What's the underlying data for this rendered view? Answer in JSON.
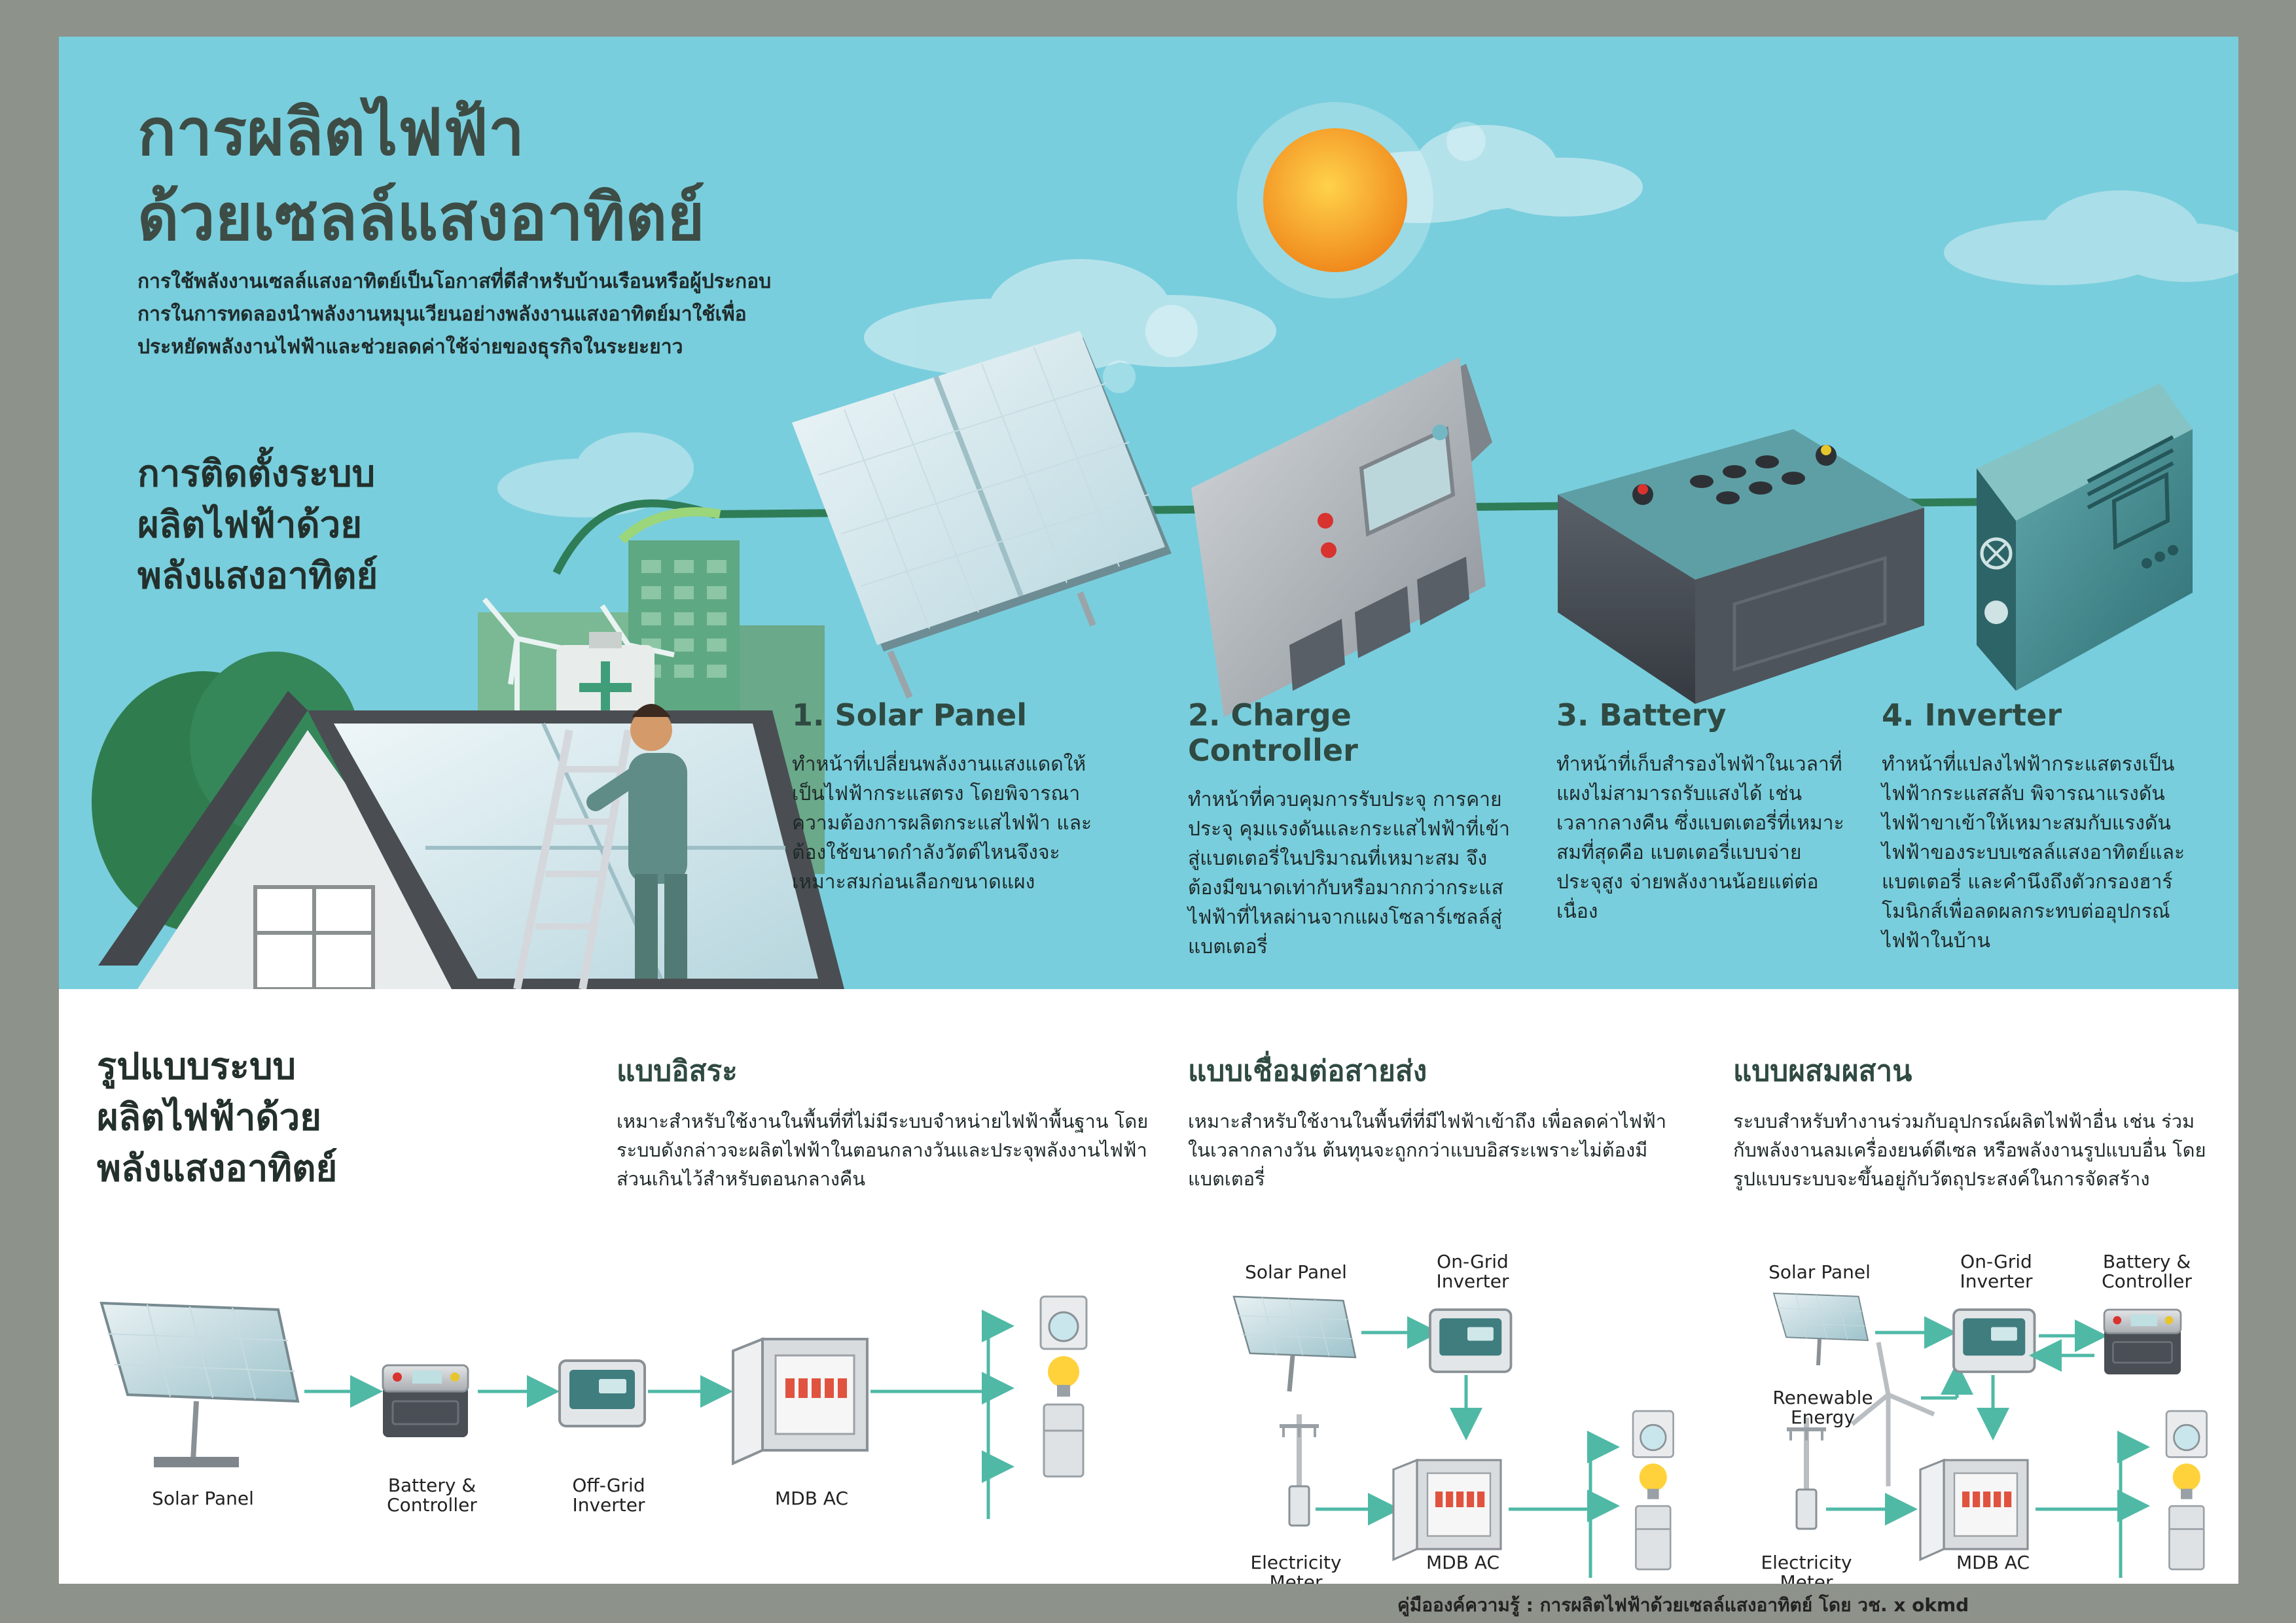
{
  "header": {
    "title_line1": "การผลิตไฟฟ้า",
    "title_line2": "ด้วยเซลล์แสงอาทิตย์",
    "intro": "การใช้พลังงานเซลล์แสงอาทิตย์เป็นโอกาสที่ดีสำหรับบ้านเรือนหรือผู้ประกอบการในการทดลองนำพลังงานหมุนเวียนอย่างพลังงานแสงอาทิตย์มาใช้เพื่อประหยัดพลังงานไฟฟ้าและช่วยลดค่าใช้จ่ายของธุรกิจในระยะยาว"
  },
  "install": {
    "line1": "การติดตั้งระบบ",
    "line2": "ผลิตไฟฟ้าด้วย",
    "line3": "พลังแสงอาทิตย์"
  },
  "components": [
    {
      "title": "1. Solar Panel",
      "text": "ทำหน้าที่เปลี่ยนพลังงานแสงแดดให้เป็นไฟฟ้ากระแสตรง โดยพิจารณาความต้องการผลิตกระแสไฟฟ้า และต้องใช้ขนาดกำลังวัตต์ไหนจึงจะเหมาะสมก่อนเลือกขนาดแผง"
    },
    {
      "title": "2. Charge Controller",
      "text": "ทำหน้าที่ควบคุมการรับประจุ การคายประจุ คุมแรงดันและกระแสไฟฟ้าที่เข้าสู่แบตเตอรี่ในปริมาณที่เหมาะสม จึงต้องมีขนาดเท่ากับหรือมากกว่ากระแสไฟฟ้าที่ไหลผ่านจากแผงโซลาร์เซลล์สู่แบตเตอรี่"
    },
    {
      "title": "3. Battery",
      "text": "ทำหน้าที่เก็บสำรองไฟฟ้าในเวลาที่แผงไม่สามารถรับแสงได้ เช่น เวลากลางคืน ซึ่งแบตเตอรี่ที่เหมาะสมที่สุดคือ แบตเตอรี่แบบจ่ายประจุสูง จ่ายพลังงานน้อยแต่ต่อเนื่อง"
    },
    {
      "title": "4. Inverter",
      "text": "ทำหน้าที่แปลงไฟฟ้ากระแสตรงเป็นไฟฟ้ากระแสสลับ พิจารณาแรงดันไฟฟ้าขาเข้าให้เหมาะสมกับแรงดันไฟฟ้าของระบบเซลล์แสงอาทิตย์และแบตเตอรี่ และคำนึงถึงตัวกรองฮาร์โมนิกส์เพื่อลดผลกระทบต่ออุปกรณ์ไฟฟ้าในบ้าน"
    }
  ],
  "types_heading": {
    "line1": "รูปแบบระบบ",
    "line2": "ผลิตไฟฟ้าด้วย",
    "line3": "พลังแสงอาทิตย์"
  },
  "types": [
    {
      "title": "แบบอิสระ",
      "text": "เหมาะสำหรับใช้งานในพื้นที่ที่ไม่มีระบบจำหน่ายไฟฟ้าพื้นฐาน โดยระบบดังกล่าวจะผลิตไฟฟ้าในตอนกลางวันและประจุพลังงานไฟฟ้าส่วนเกินไว้สำหรับตอนกลางคืน"
    },
    {
      "title": "แบบเชื่อมต่อสายส่ง",
      "text": "เหมาะสำหรับใช้งานในพื้นที่ที่มีไฟฟ้าเข้าถึง เพื่อลดค่าไฟฟ้าในเวลากลางวัน ต้นทุนจะถูกกว่าแบบอิสระเพราะไม่ต้องมีแบตเตอรี่"
    },
    {
      "title": "แบบผสมผสาน",
      "text": "ระบบสำหรับทำงานร่วมกับอุปกรณ์ผลิตไฟฟ้าอื่น เช่น ร่วมกับพลังงานลมเครื่องยนต์ดีเซล หรือพลังงานรูปแบบอื่น โดยรูปแบบระบบจะขึ้นอยู่กับวัตถุประสงค์ในการจัดสร้าง"
    }
  ],
  "diagram_offgrid": {
    "solar_panel": "Solar Panel",
    "battery_l1": "Battery &",
    "battery_l2": "Controller",
    "inverter_l1": "Off-Grid",
    "inverter_l2": "Inverter",
    "mdb": "MDB AC"
  },
  "diagram_ongrid": {
    "solar_panel": "Solar Panel",
    "inverter_l1": "On-Grid",
    "inverter_l2": "Inverter",
    "meter_l1": "Electricity",
    "meter_l2": "Meter",
    "mdb": "MDB AC"
  },
  "diagram_hybrid": {
    "solar_panel": "Solar Panel",
    "inverter_l1": "On-Grid",
    "inverter_l2": "Inverter",
    "battery_l1": "Battery &",
    "battery_l2": "Controller",
    "renewable_l1": "Renewable",
    "renewable_l2": "Energy",
    "meter_l1": "Electricity",
    "meter_l2": "Meter",
    "mdb": "MDB AC"
  },
  "credit": "คู่มือองค์ความรู้ : การผลิตไฟฟ้าด้วยเซลล์แสงอาทิตย์ โดย วช. x okmd",
  "colors": {
    "sky": "#79cedd",
    "text_dark": "#3d4c45",
    "accent_teal": "#4fb9a6",
    "cable": "#2e7d57",
    "frame": "#8d928a"
  }
}
